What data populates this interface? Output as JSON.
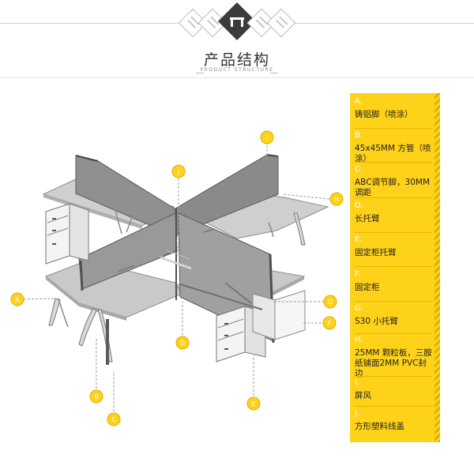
{
  "title": {
    "cn": "产品结构",
    "en": "PRODUCT STRUCTURE"
  },
  "parts": [
    {
      "letter": "A.",
      "text": "铸铝脚（喷涂）"
    },
    {
      "letter": "B.",
      "text": "45x45MM 方管（喷涂）"
    },
    {
      "letter": "C.",
      "text": "ABC调节脚，30MM调距"
    },
    {
      "letter": "D.",
      "text": "长托臂"
    },
    {
      "letter": "E.",
      "text": "固定柜托臂"
    },
    {
      "letter": "F.",
      "text": "固定柜"
    },
    {
      "letter": "G.",
      "text": "S30 小托臂"
    },
    {
      "letter": "H.",
      "text": "25MM 颗粒板，三胺纸铺面2MM PVC封边"
    },
    {
      "letter": "I.",
      "text": "屏风"
    },
    {
      "letter": "J.",
      "text": "方形塑料线盖"
    }
  ],
  "callouts": [
    "A",
    "B",
    "C",
    "D",
    "E",
    "F",
    "G",
    "H",
    "I",
    "J"
  ],
  "colors": {
    "accent": "#ffd21a",
    "accent_dark": "#e0ae00",
    "screen": "#8f8f8f",
    "desktop": "#c4c4c4",
    "line": "#666666"
  }
}
